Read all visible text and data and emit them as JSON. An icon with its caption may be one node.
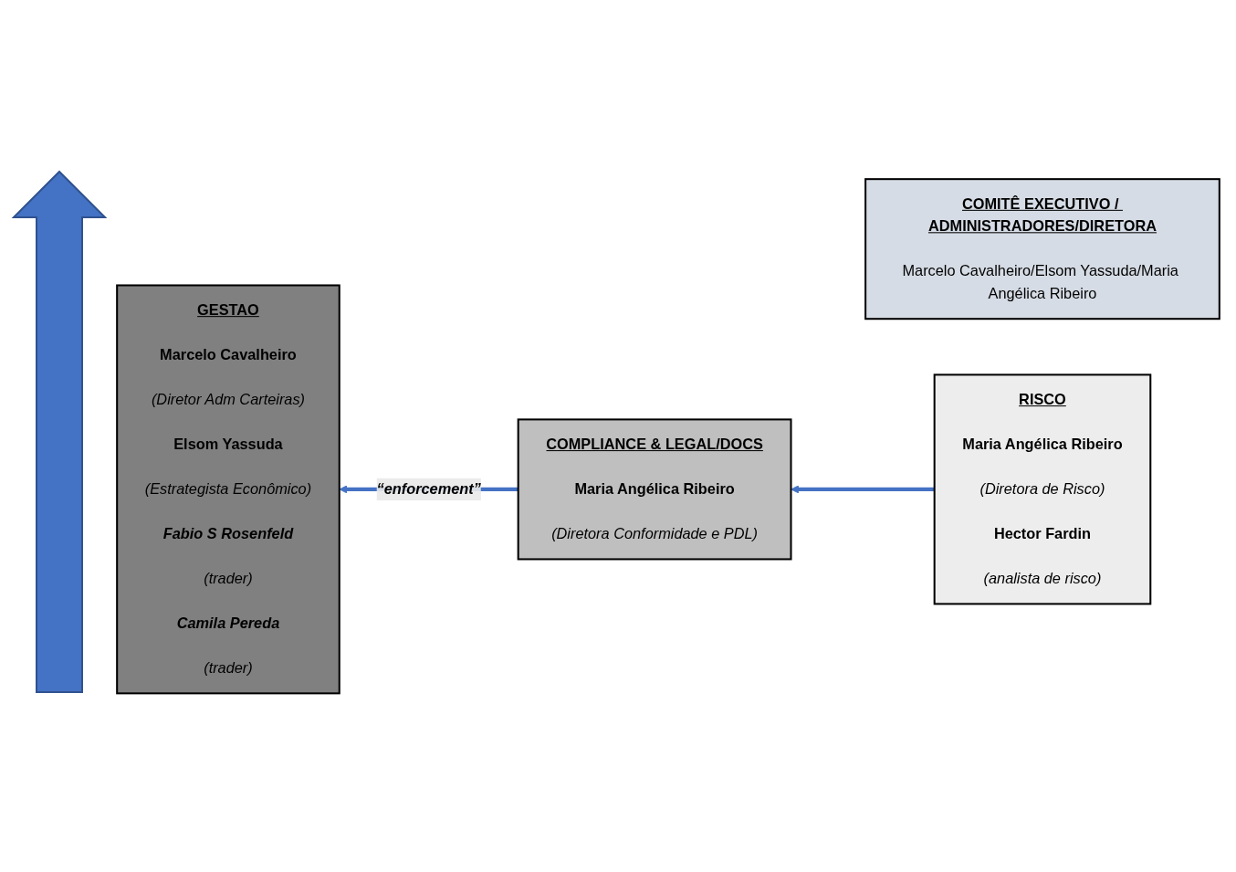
{
  "diagram": {
    "nodes": [
      {
        "text": [
          "COMITÊ EXECUTIVO / ADMINISTRADORES/DIRETORA",
          "Marcelo Cavalheiro/Elsom Yassuda/Maria Angélica Ribeiro"
        ]
      },
      {
        "text": [
          "GESTAO",
          "Marcelo Cavalheiro",
          "(Diretor Adm Carteiras)",
          "Elsom Yassuda",
          "(Estrategista Econômico)",
          "Fabio S Rosenfeld",
          "(trader)",
          "Camila Pereda",
          "(trader)"
        ]
      },
      {
        "text": [
          "COMPLIANCE & LEGAL/DOCS",
          "Maria Angélica Ribeiro",
          "(Diretora Conformidade e PDL)"
        ]
      },
      {
        "text": [
          "RISCO",
          "Maria Angélica Ribeiro",
          "(Diretora de Risco)",
          "Hector Fardin",
          "(analista de risco)"
        ]
      }
    ],
    "edges": [
      {
        "from": 2,
        "to": 1,
        "arrow": "to",
        "label": "“enforcement”"
      },
      {
        "from": 3,
        "to": 2,
        "arrow": "to"
      }
    ]
  }
}
